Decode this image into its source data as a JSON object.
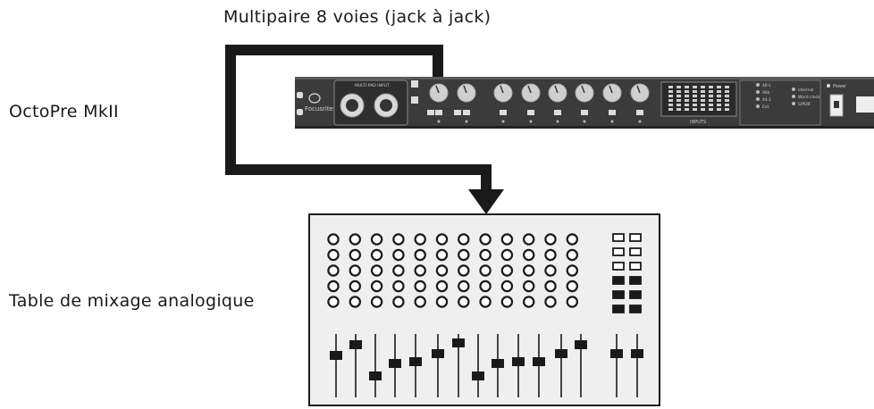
{
  "labels": {
    "cable": "Multipaire 8 voies (jack à jack)",
    "device": "OctoPre MkII",
    "mixer": "Table de mixage analogique"
  },
  "device_panel": {
    "brand": "Focusrite",
    "front_input_label": "MULTI-PAD INPUT",
    "meter_label": "INPUTS",
    "power_label": "Power",
    "sync_options": [
      "48 k",
      "96k",
      "44.1",
      "Ext"
    ],
    "clock_options": [
      "Internal",
      "Word clock",
      "S/PDIF"
    ],
    "channel_count": 8
  },
  "mixer": {
    "knob_columns": 12,
    "knob_rows": 5,
    "fader_count": 14
  },
  "colors": {
    "cable": "#1a1a1a",
    "rack": "#3a3a3a",
    "mixer_fill": "#efefef",
    "mixer_stroke": "#1a1a1a"
  }
}
